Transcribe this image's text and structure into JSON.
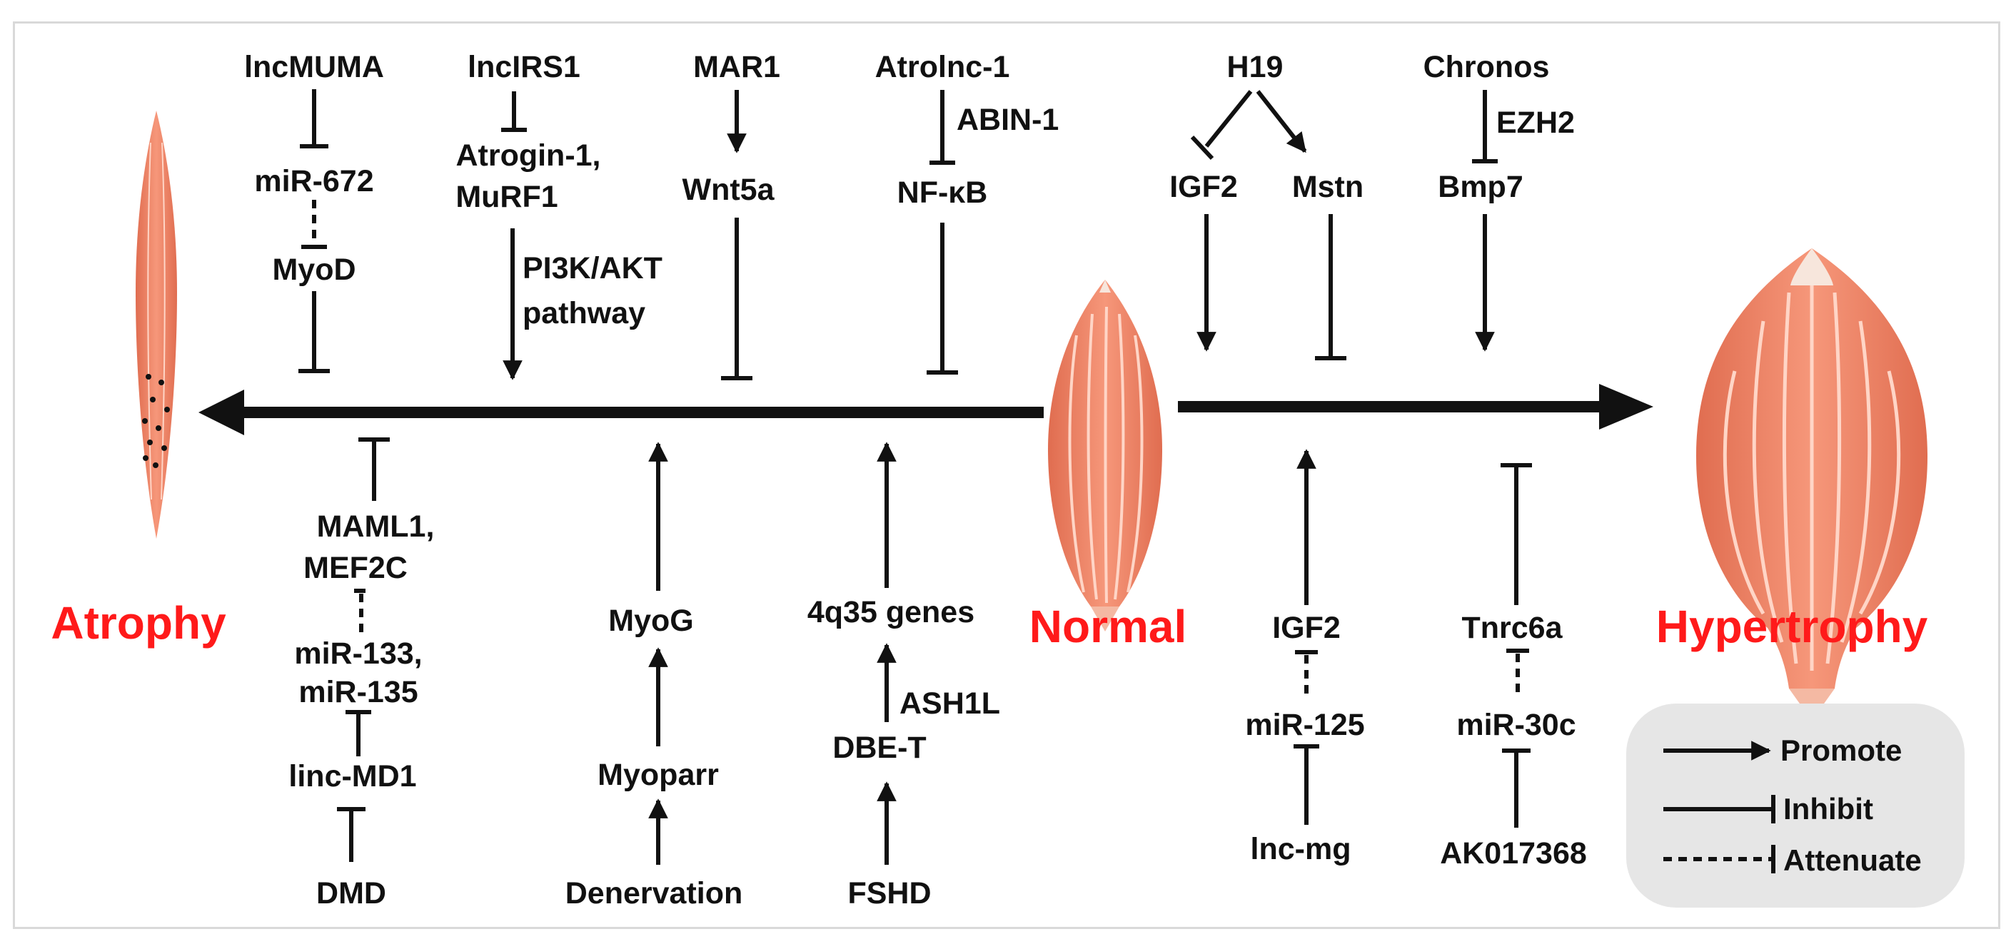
{
  "outcomes": {
    "atrophy": "Atrophy",
    "normal": "Normal",
    "hypertrophy": "Hypertrophy"
  },
  "colors": {
    "outcome_text": "#ff1a1a",
    "muscle_fill": "#f08a6c",
    "muscle_stripe": "#ffd5c6",
    "tendon": "#f7e6dc",
    "legend_bg": "#e6e6e6",
    "line": "#111111"
  },
  "top_left": {
    "lncmuma": "lncMUMA",
    "mir672": "miR-672",
    "myod": "MyoD",
    "lncirs1": "lncIRS1",
    "atrogin": "Atrogin-1,",
    "murf1": "MuRF1",
    "pi3k": "PI3K/AKT",
    "pathway": "pathway",
    "mar1": "MAR1",
    "wnt5a": "Wnt5a",
    "atrolnc": "Atrolnc-1",
    "abin1": "ABIN-1",
    "nfkb": "NF-κB"
  },
  "top_right": {
    "h19": "H19",
    "igf2": "IGF2",
    "mstn": "Mstn",
    "chronos": "Chronos",
    "ezh2": "EZH2",
    "bmp7": "Bmp7"
  },
  "bottom_left": {
    "maml1": "MAML1,",
    "mef2c": "MEF2C",
    "mir133": "miR-133,",
    "mir135": "miR-135",
    "lincmd1": "linc-MD1",
    "dmd": "DMD",
    "myog": "MyoG",
    "myoparr": "Myoparr",
    "denervation": "Denervation",
    "q35": "4q35 genes",
    "ash1l": "ASH1L",
    "dbet": "DBE-T",
    "fshd": "FSHD"
  },
  "bottom_right": {
    "igf2": "IGF2",
    "mir125": "miR-125",
    "lncmg": "lnc-mg",
    "tnrc6a": "Tnrc6a",
    "mir30c": "miR-30c",
    "ak017368": "AK017368"
  },
  "legend": {
    "promote": "Promote",
    "inhibit": "Inhibit",
    "attenuate": "Attenuate"
  },
  "icons": {
    "atrophy_muscle": "atrophied-muscle-icon",
    "normal_muscle": "normal-muscle-icon",
    "hypertrophy_muscle": "hypertrophied-muscle-icon"
  }
}
